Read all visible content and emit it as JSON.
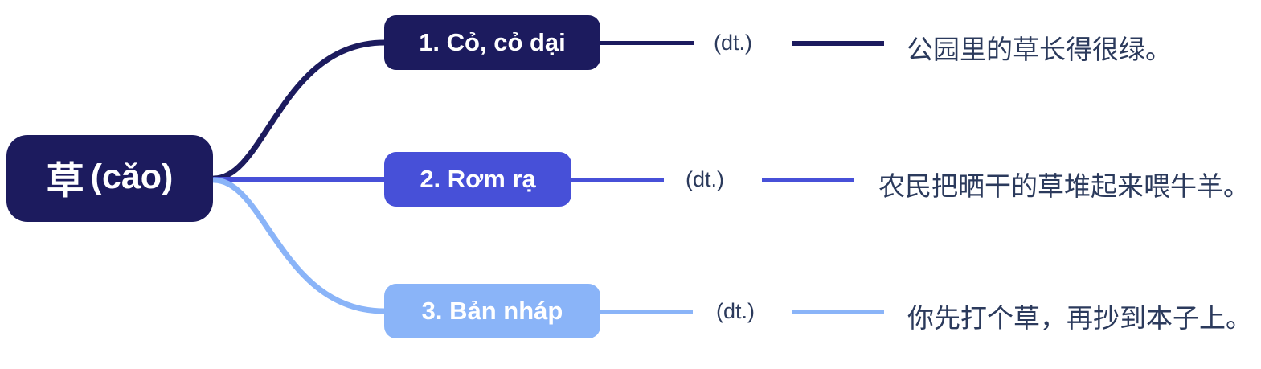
{
  "diagram": {
    "type": "mind-map",
    "background_color": "#ffffff",
    "text_color": "#2b3a5c",
    "root": {
      "hanzi": "草",
      "pinyin": "(cǎo)",
      "full_label": "草 (cǎo)",
      "color": "#1c1b5e",
      "text_color": "#ffffff"
    },
    "branches": [
      {
        "label": "1. Cỏ, cỏ dại",
        "color": "#1c1b5e",
        "text_color": "#ffffff",
        "pos": "(dt.)",
        "example": "公园里的草长得很绿。"
      },
      {
        "label": "2. Rơm rạ",
        "color": "#4750d8",
        "text_color": "#ffffff",
        "pos": "(dt.)",
        "example": "农民把晒干的草堆起来喂牛羊。"
      },
      {
        "label": "3. Bản nháp",
        "color": "#8ab4f8",
        "text_color": "#ffffff",
        "pos": "(dt.)",
        "example": "你先打个草，再抄到本子上。"
      }
    ]
  }
}
